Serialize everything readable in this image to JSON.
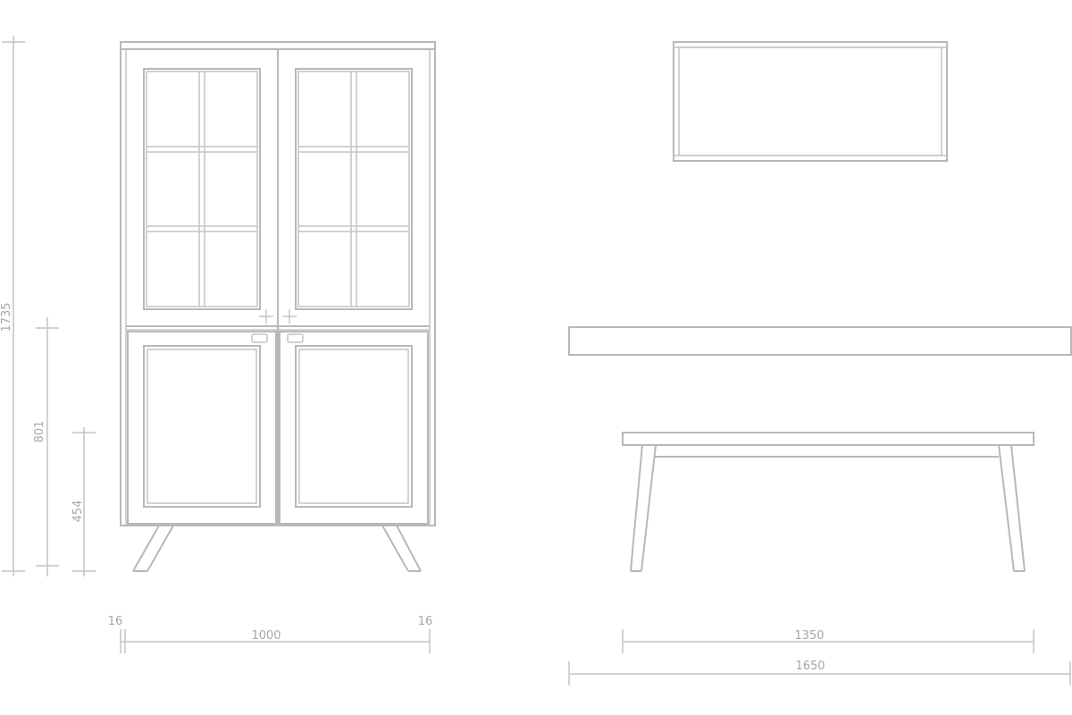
{
  "drawing": {
    "line_color": "#b8b8b8",
    "dimension_text_color": "#a6a6a6",
    "background": "#ffffff"
  },
  "dimensions": {
    "cabinet_height": "1735",
    "lower_section_height": "801",
    "leg_height": "454",
    "side_panel_left": "16",
    "cabinet_inner_width": "1000",
    "side_panel_right": "16",
    "table_leg_span": "1350",
    "table_length": "1650"
  }
}
